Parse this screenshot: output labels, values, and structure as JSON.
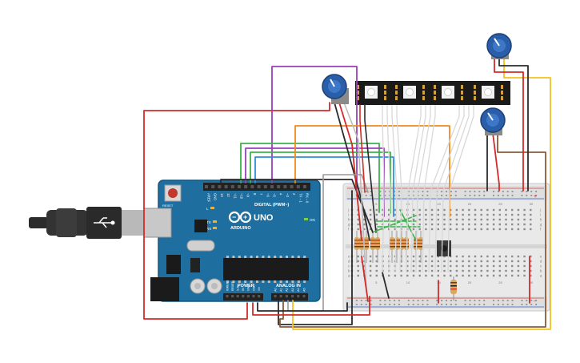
{
  "arduino": {
    "reset_label": "RESET",
    "brand_name": "ARDUINO",
    "model_name": "UNO",
    "digital_header_label": "DIGITAL (PWM~)",
    "power_header_label": "POWER",
    "analog_header_label": "ANALOG IN",
    "on_led_label": "ON",
    "tx_label": "TX",
    "rx_label": "RX",
    "l_label": "L",
    "digital_pins": [
      "AREF",
      "GND",
      "13",
      "12",
      "~11",
      "~10",
      "~9",
      "8",
      "7",
      "~6",
      "~5",
      "4",
      "~3",
      "2",
      "TX→1",
      "RX←0"
    ],
    "power_pins": [
      "IOREF",
      "RESET",
      "3.3V",
      "5V",
      "GND",
      "GND",
      "Vin"
    ],
    "analog_pins": [
      "A0",
      "A1",
      "A2",
      "A3",
      "A4",
      "A5"
    ]
  },
  "breadboard": {
    "row_letters_top": [
      "j",
      "i",
      "h",
      "g",
      "f"
    ],
    "row_letters_bottom": [
      "e",
      "d",
      "c",
      "b",
      "a"
    ],
    "column_numbers": [
      "1",
      "5",
      "10",
      "15",
      "20",
      "25",
      "30"
    ],
    "rail_plus": "+",
    "rail_minus": "-"
  },
  "colors": {
    "board_blue": "#1f6ea0",
    "board_edge": "#15567f",
    "wire_red": "#d42a2a",
    "wire_black": "#2b2b2b",
    "wire_purple": "#9a3fb8",
    "wire_green": "#3bb24a",
    "wire_blue": "#2f8fd8",
    "wire_orange": "#f08a1a",
    "wire_yellow": "#f2c21c",
    "wire_brown": "#8c5a3a",
    "wire_gray": "#9a9a9a",
    "wire_white": "#e6e6e6",
    "pot_blue": "#2a5ea8",
    "resistor_body": "#d9a85a"
  }
}
